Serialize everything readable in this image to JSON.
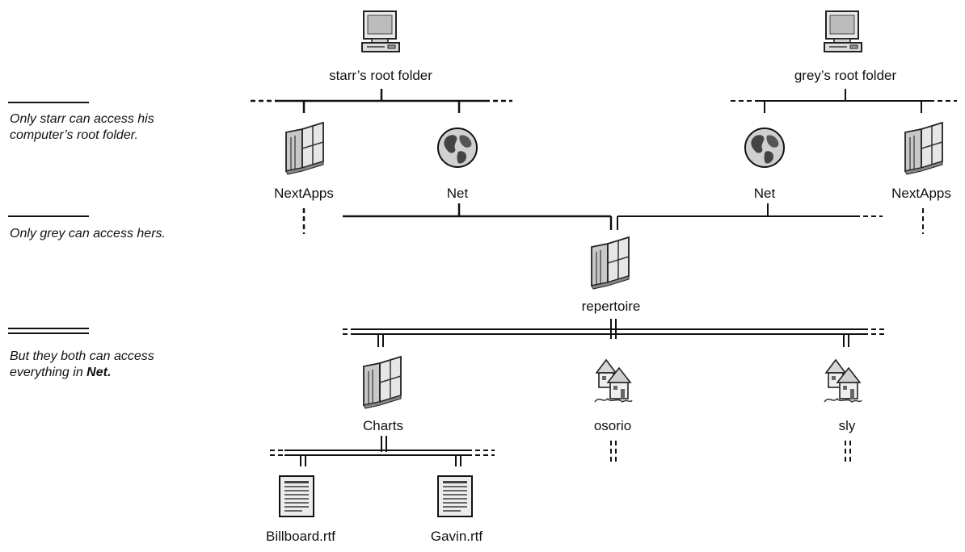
{
  "legend": {
    "line1": "Only starr can access his",
    "line2": "computer’s root folder.",
    "line3": "Only grey can access hers.",
    "line4": "But they both can access",
    "line5_prefix": "everything in ",
    "line5_bold": "Net."
  },
  "nodes": {
    "starr_root": "starr’s root folder",
    "grey_root": "grey’s root folder",
    "starr_nextapps": "NextApps",
    "starr_net": "Net",
    "grey_net": "Net",
    "grey_nextapps": "NextApps",
    "repertoire": "repertoire",
    "charts": "Charts",
    "osorio": "osorio",
    "sly": "sly",
    "billboard": "Billboard.rtf",
    "gavin": "Gavin.rtf"
  },
  "icons": {
    "computer": "computer-icon",
    "folder": "folder-icon",
    "globe": "globe-icon",
    "house": "house-icon",
    "document": "document-icon"
  }
}
